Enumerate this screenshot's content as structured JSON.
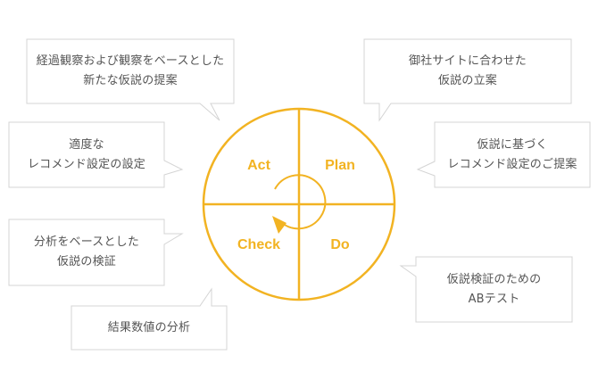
{
  "colors": {
    "accent": "#f2b322",
    "bubble_border": "#d4d4d4",
    "text": "#555555"
  },
  "cycle": {
    "act": "Act",
    "plan": "Plan",
    "check": "Check",
    "do": "Do"
  },
  "bubbles": {
    "top_left": [
      "経過観察および観察をベースとした",
      "新たな仮説の提案"
    ],
    "mid_left_upper": [
      "適度な",
      "レコメンド設定の設定"
    ],
    "mid_left_lower": [
      "分析をベースとした",
      "仮説の検証"
    ],
    "bottom_left": [
      "結果数値の分析"
    ],
    "top_right": [
      "御社サイトに合わせた",
      "仮説の立案"
    ],
    "mid_right": [
      "仮説に基づく",
      "レコメンド設定のご提案"
    ],
    "bottom_right": [
      "仮説検証のための",
      "ABテスト"
    ]
  }
}
